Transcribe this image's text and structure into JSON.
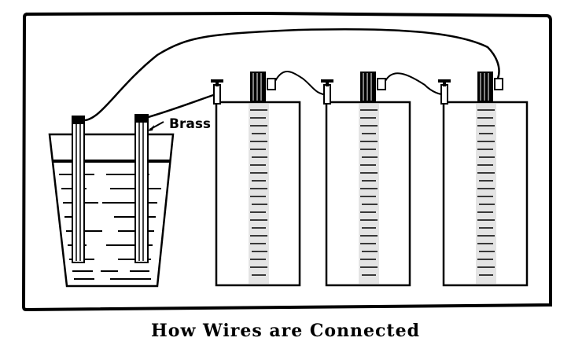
{
  "figure": {
    "caption": "How Wires are Connected",
    "labels": {
      "brass": "Brass"
    },
    "components": {
      "jar": "glass jar with liquid and two electrodes",
      "cells": [
        "dry cell 1",
        "dry cell 2",
        "dry cell 3"
      ]
    },
    "colors": {
      "ink": "#000000",
      "paper": "#ffffff"
    }
  }
}
